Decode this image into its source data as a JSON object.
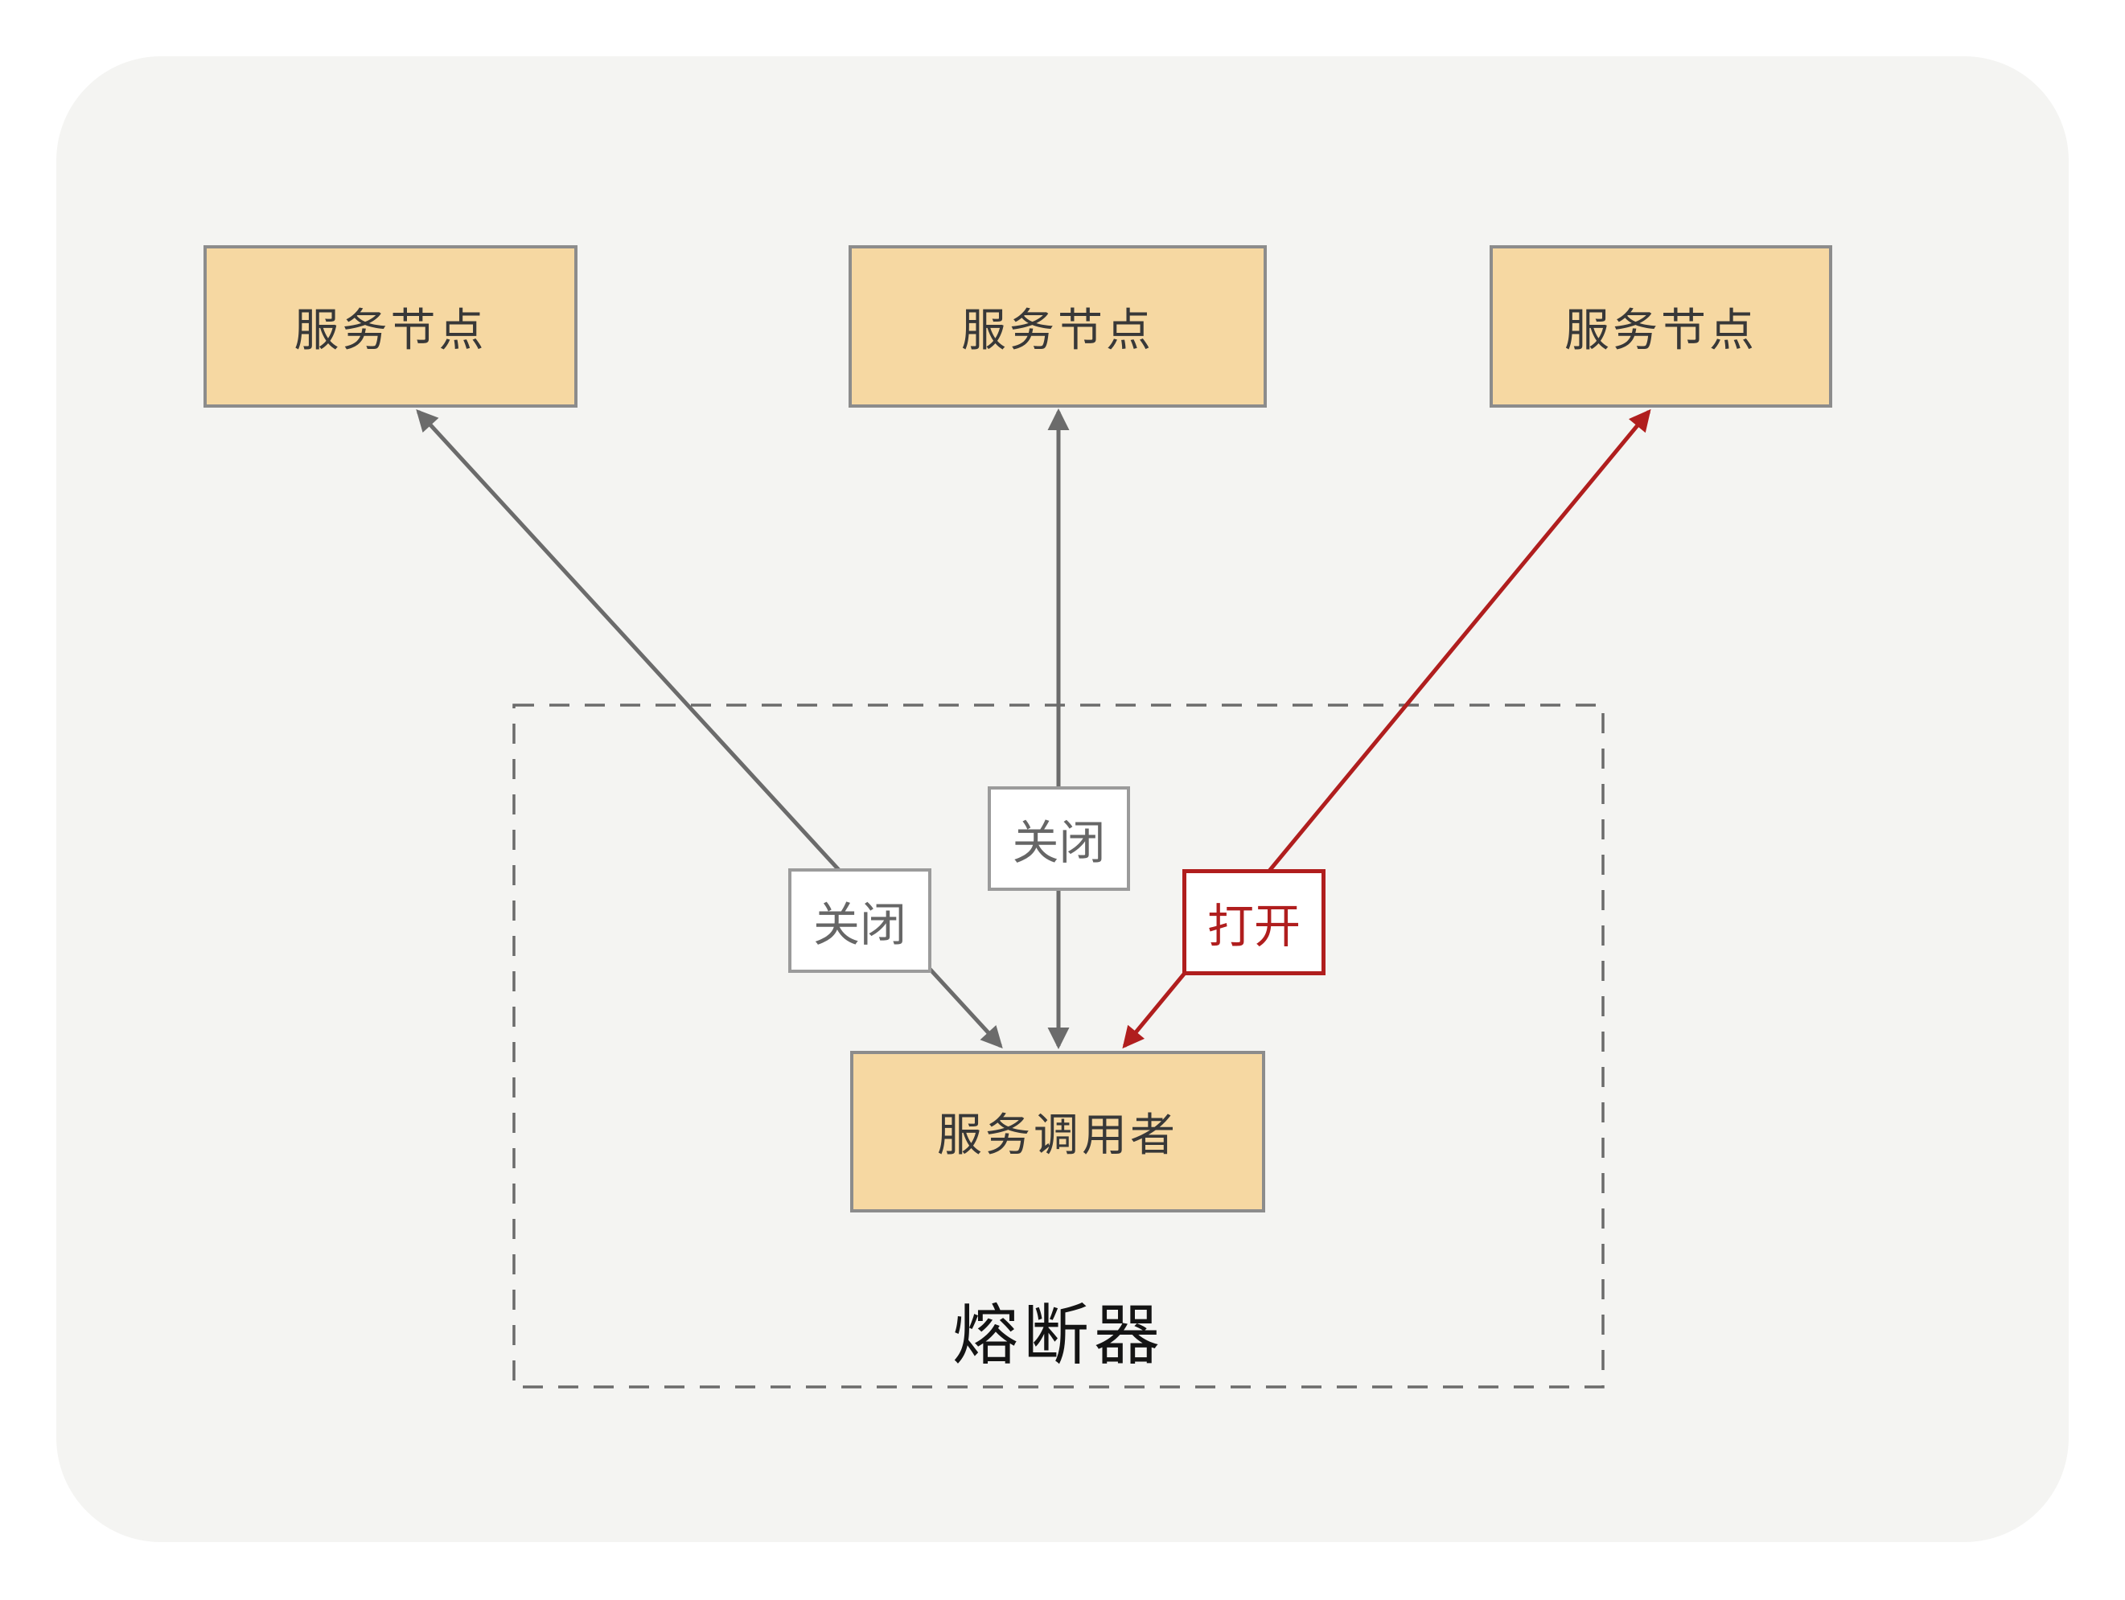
{
  "diagram": {
    "title_semantic": "circuit-breaker pattern diagram",
    "nodes": {
      "service_node_1": {
        "label": "服务节点"
      },
      "service_node_2": {
        "label": "服务节点"
      },
      "service_node_3": {
        "label": "服务节点"
      },
      "service_caller": {
        "label": "服务调用者"
      }
    },
    "edges": [
      {
        "from": "service_caller",
        "to": "service_node_1",
        "label": "关闭",
        "state": "closed",
        "color": "#6b6b6b",
        "arrowheads": "both"
      },
      {
        "from": "service_caller",
        "to": "service_node_2",
        "label": "关闭",
        "state": "closed",
        "color": "#6b6b6b",
        "arrowheads": "both"
      },
      {
        "from": "service_caller",
        "to": "service_node_3",
        "label": "打开",
        "state": "open",
        "color": "#b01e1e",
        "arrowheads": "both"
      }
    ],
    "container": {
      "label": "熔断器",
      "border_style": "dashed"
    },
    "colors": {
      "canvas_bg": "#ffffff",
      "card_bg": "#f4f4f2",
      "node_fill": "#f6d8a2",
      "node_border": "#8c8c8c",
      "node_text": "#383838",
      "edge_gray": "#6b6b6b",
      "edge_red": "#b01e1e",
      "label_border_gray": "#9b9b9b",
      "label_text_gray": "#666666",
      "breaker_text": "#141414"
    }
  }
}
